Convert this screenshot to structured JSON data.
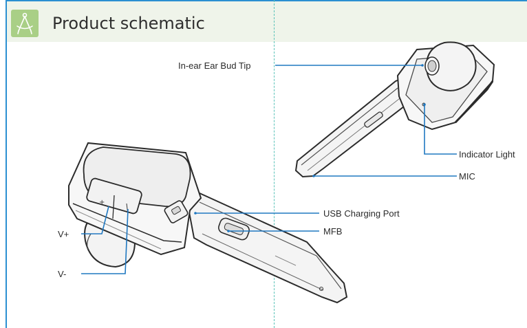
{
  "header": {
    "title": "Product schematic",
    "icon": "drafting-compass-icon"
  },
  "labels": {
    "ear_bud_tip": "In-ear Ear Bud Tip",
    "indicator_light": "Indicator Light",
    "mic": "MIC",
    "usb_port": "USB Charging Port",
    "mfb": "MFB",
    "v_plus": "V+",
    "v_minus": "V-"
  },
  "colors": {
    "accent": "#2a8fd1",
    "header_band": "#eff4ea",
    "icon_bg": "#a9cf86",
    "divider": "#58c2b8",
    "leader": "#1f78c1"
  }
}
